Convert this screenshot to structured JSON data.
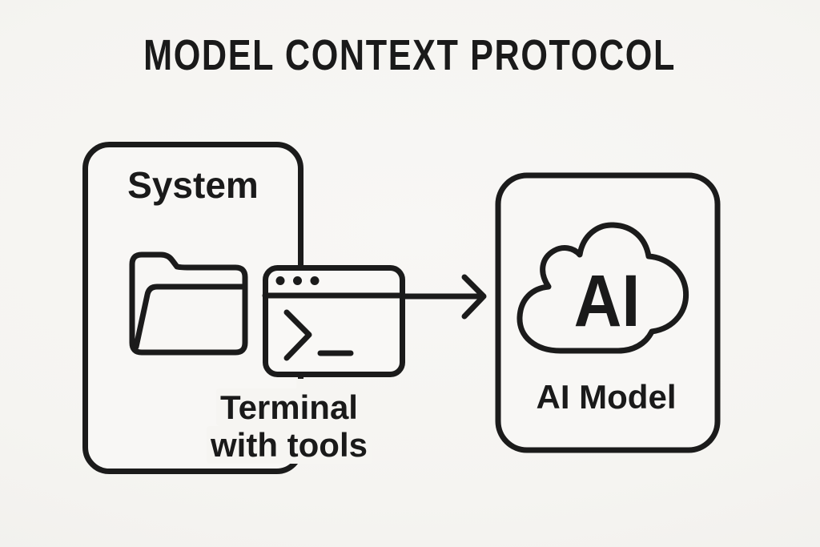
{
  "title": "MODEL CONTEXT PROTOCOL",
  "colors": {
    "background": "#f5f4f1",
    "box_fill": "#f8f7f5",
    "stroke": "#1b1b1b",
    "text": "#1a1a1a"
  },
  "diagram": {
    "system_box": {
      "label": "System"
    },
    "terminal": {
      "label_line1": "Terminal",
      "label_line2": "with tools",
      "window_dots": 3
    },
    "arrow": {
      "direction": "right",
      "from": "terminal",
      "to": "ai_box"
    },
    "ai_box": {
      "label": "AI Model",
      "cloud_text": "AI"
    }
  },
  "icons": {
    "folder": "folder-icon",
    "terminal_window": "terminal-window-icon",
    "terminal_prompt": "terminal-prompt-icon",
    "window_dots": "window-dots-icon",
    "arrow_right": "arrow-right-icon",
    "cloud": "cloud-icon"
  }
}
